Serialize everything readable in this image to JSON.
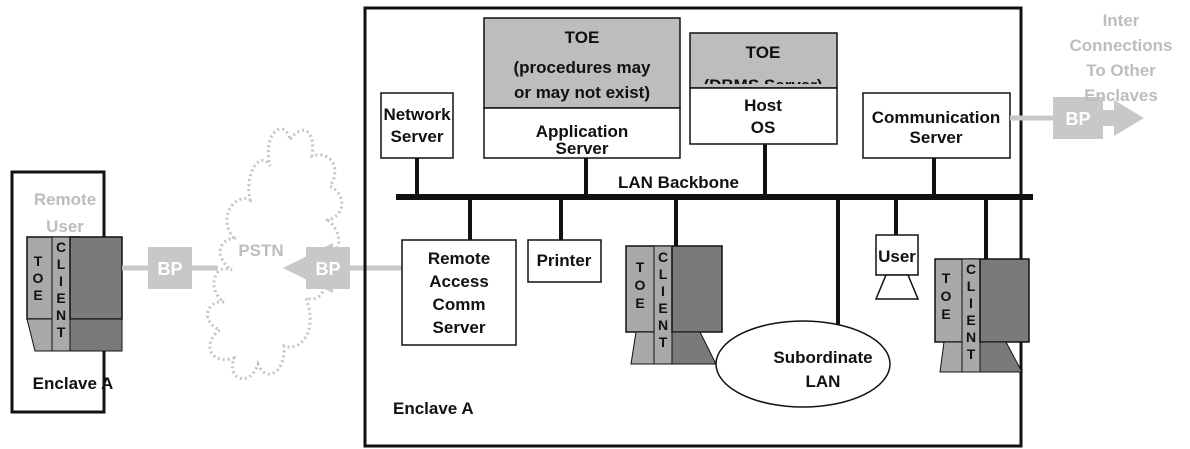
{
  "colors": {
    "box_border": "#111111",
    "gray_fill": "#bdbdbd",
    "light_gray": "#a9a9a9",
    "dark_gray": "#7a7a7a",
    "faint_text": "#bdbdbd",
    "bp_fill": "#c8c8c8"
  },
  "toe_app": {
    "title": "TOE",
    "line1": "(procedures may",
    "line2": "or may not exist)"
  },
  "app_server": {
    "line1": "Application",
    "line2": "Server"
  },
  "toe_host": {
    "title": "TOE",
    "line1": "(DBMS Server)"
  },
  "host_os": {
    "line1": "Host",
    "line2": "OS"
  },
  "network_server": {
    "line1": "Network",
    "line2": "Server"
  },
  "comm_server": {
    "line1": "Communication",
    "line2": "Server"
  },
  "inter_connections": {
    "line1": "Inter",
    "line2": "Connections",
    "line3": "To Other",
    "line4": "Enclaves"
  },
  "backbone_label": "LAN Backbone",
  "remote_access": {
    "line1": "Remote",
    "line2": "Access",
    "line3": "Comm",
    "line4": "Server"
  },
  "printer": "Printer",
  "user": "User",
  "subordinate": {
    "line1": "Subordinate",
    "line2": "LAN"
  },
  "enclave_main": "Enclave A",
  "remote_user": {
    "line1": "Remote",
    "line2": "User"
  },
  "enclave_remote": "Enclave A",
  "pstn": "PSTN",
  "bp": "BP",
  "toe_letters": [
    "T",
    "O",
    "E"
  ],
  "client_letters": [
    "C",
    "L",
    "I",
    "E",
    "N",
    "T"
  ]
}
